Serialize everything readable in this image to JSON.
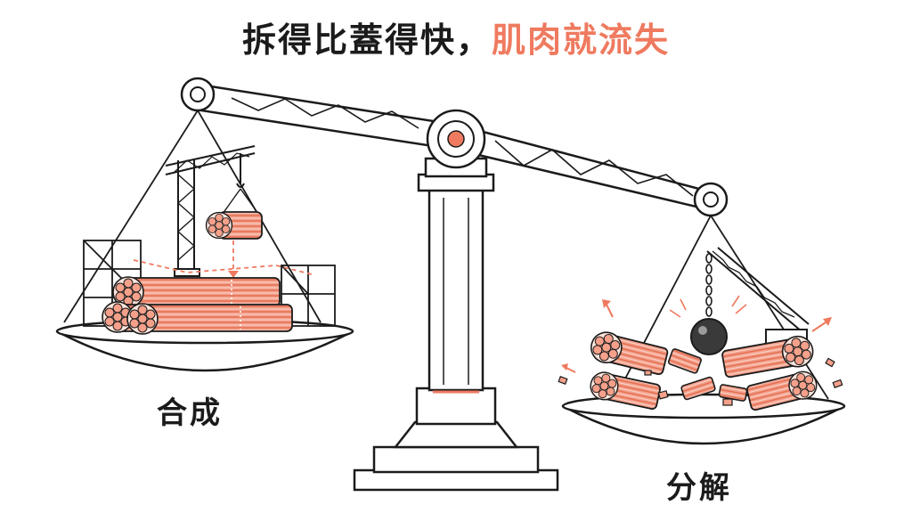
{
  "title": {
    "part1": "拆得比蓋得快，",
    "part2": "肌肉就流失"
  },
  "labels": {
    "left_pan": "合成",
    "right_pan": "分解"
  },
  "colors": {
    "ink": "#1b1b1b",
    "accent": "#ef7a5f",
    "muscle_fill": "#f4a08a",
    "muscle_stripe": "#e0694c"
  }
}
